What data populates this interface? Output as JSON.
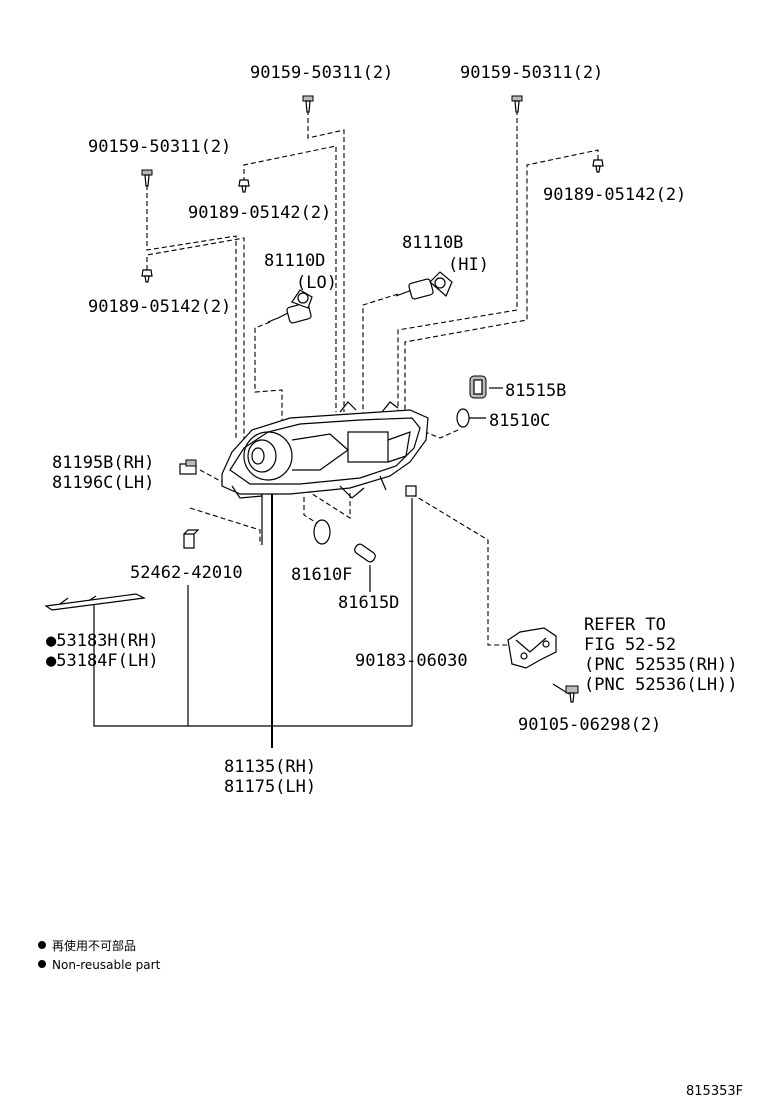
{
  "labels": {
    "screw_top_center": "90159-50311(2)",
    "screw_top_right": "90159-50311(2)",
    "screw_left": "90159-50311(2)",
    "clip_center": "90189-05142(2)",
    "clip_right": "90189-05142(2)",
    "clip_left": "90189-05142(2)",
    "bulb_lo_part": "81110D",
    "bulb_lo_note": "(LO)",
    "bulb_hi_part": "81110B",
    "bulb_hi_note": "(HI)",
    "socket_81515b": "81515B",
    "seal_81510c": "81510C",
    "adjuster_rh": "81195B(RH)",
    "adjuster_lh": "81196C(LH)",
    "clip_52462": "52462-42010",
    "bulb_81610f": "81610F",
    "bulb_81615d": "81615D",
    "trim_rh": "●53183H(RH)",
    "trim_lh": "●53184F(LH)",
    "nut_90183": "90183-06030",
    "refer_line1": "REFER TO",
    "refer_line2": "FIG 52-52",
    "refer_line3": "(PNC 52535(RH))",
    "refer_line4": "(PNC 52536(LH))",
    "bolt_90105": "90105-06298(2)",
    "assy_rh": "81135(RH)",
    "assy_lh": "81175(LH)"
  },
  "legend": {
    "japanese": "再使用不可部品",
    "english": "Non-reusable part"
  },
  "figure_code": "815353F"
}
